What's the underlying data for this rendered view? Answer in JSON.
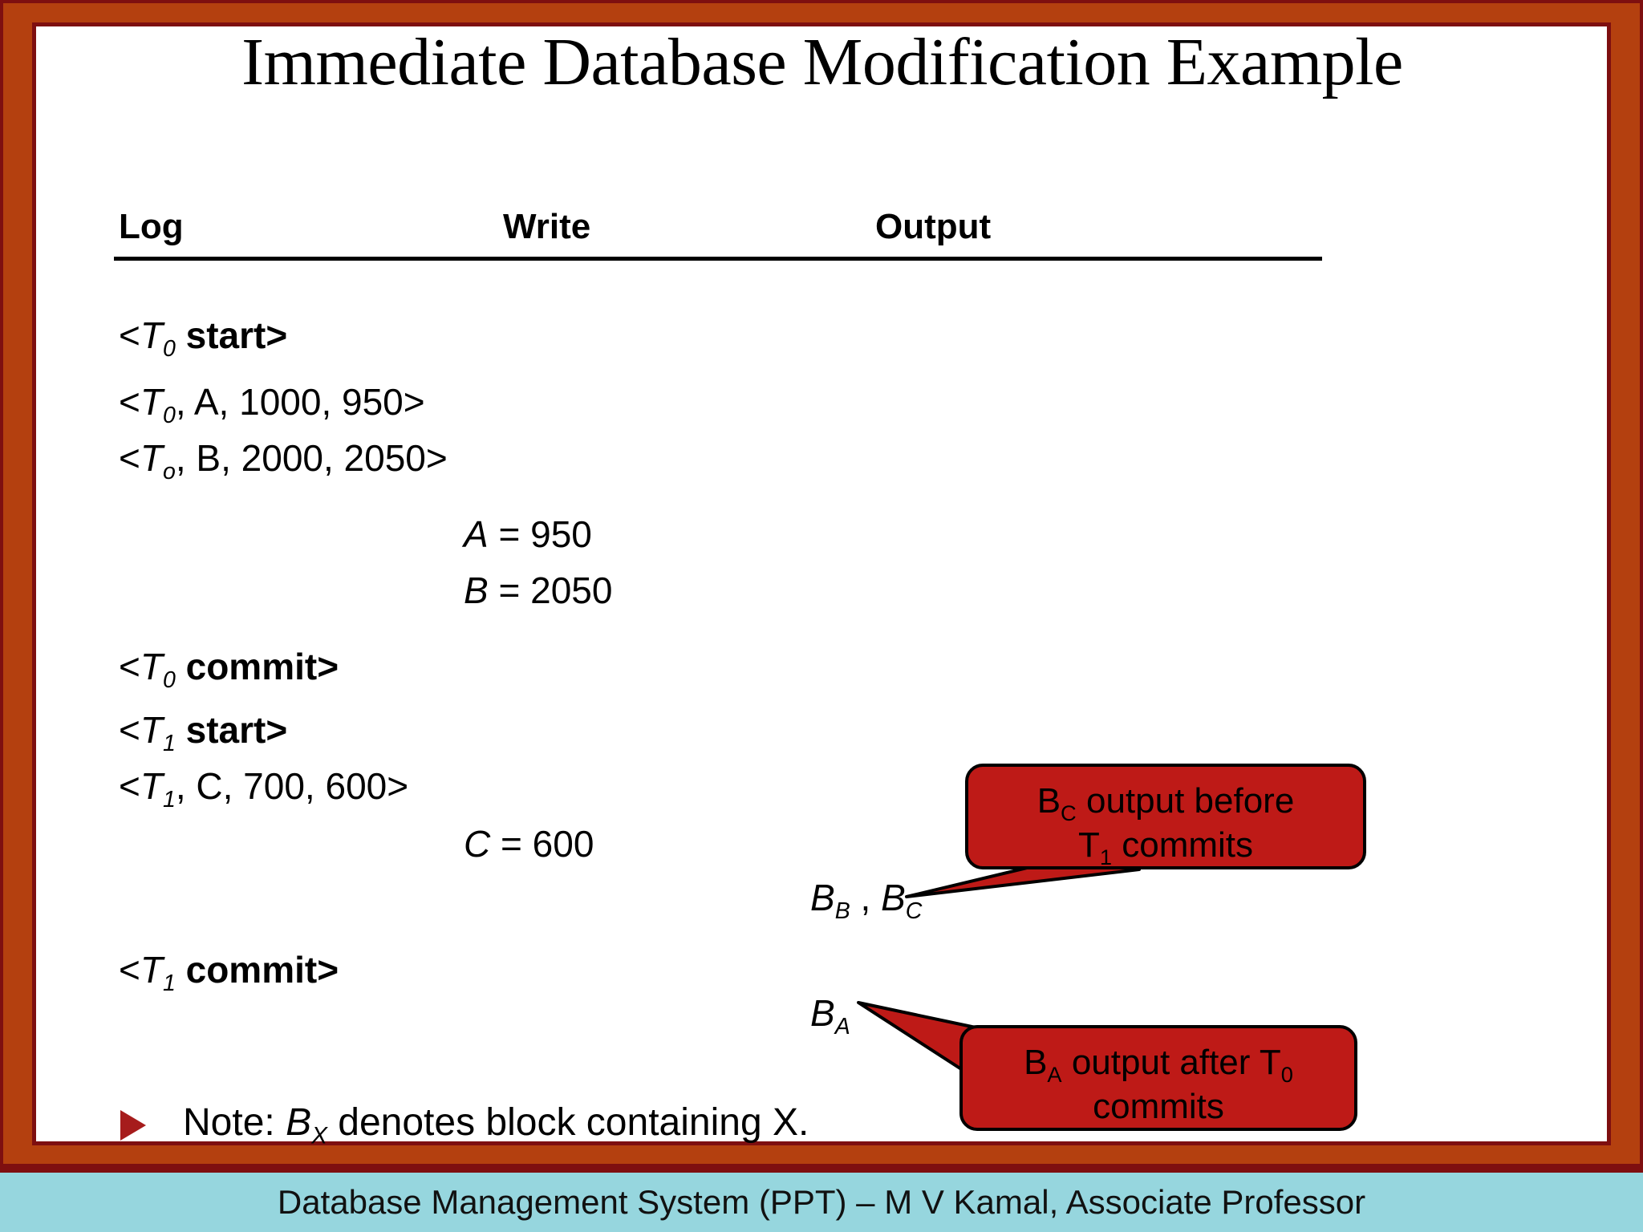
{
  "slide": {
    "title": "Immediate Database Modification Example",
    "frame_color": "#B4400F",
    "frame_line_color": "#7E0F10",
    "footer_bg": "#96D6DE",
    "callout_fill": "#BE1A17",
    "bullet_color": "#A61C1C"
  },
  "table": {
    "headers": {
      "log": "Log",
      "write": "Write",
      "output": "Output"
    }
  },
  "log_entries": [
    {
      "id": "t0-start",
      "prefix": "<",
      "txn": "T",
      "sub": "0",
      "rest": " start>",
      "bold_rest": true,
      "italic_txn": true
    },
    {
      "id": "t0-a",
      "prefix": "<",
      "txn": "T",
      "sub": "0",
      "rest": ", A, 1000, 950>",
      "bold_rest": false,
      "italic_txn": true
    },
    {
      "id": "t0-b",
      "prefix": "<",
      "txn": "T",
      "sub": "o",
      "rest": ", B, 2000, 2050>",
      "bold_rest": false,
      "italic_txn": true
    },
    {
      "id": "t0-commit",
      "prefix": "<",
      "txn": "T",
      "sub": "0",
      "rest": " commit>",
      "bold_rest": true,
      "italic_txn": true
    },
    {
      "id": "t1-start",
      "prefix": "<",
      "txn": "T",
      "sub": "1",
      "rest": " start>",
      "bold_rest": true,
      "italic_txn": true
    },
    {
      "id": "t1-c",
      "prefix": "<",
      "txn": "T",
      "sub": "1",
      "rest": ", C, 700, 600>",
      "bold_rest": false,
      "italic_txn": true
    },
    {
      "id": "t1-commit",
      "prefix": "<",
      "txn": "T",
      "sub": "1",
      "rest": " commit>",
      "bold_rest": true,
      "italic_txn": true
    }
  ],
  "write_entries": [
    {
      "id": "write-a",
      "var": "A",
      "value": " = 950"
    },
    {
      "id": "write-b",
      "var": "B",
      "value": " = 2050"
    },
    {
      "id": "write-c",
      "var": "C",
      "value": " = 600"
    }
  ],
  "output_entries": [
    {
      "id": "out-bb-bc",
      "var1": "B",
      "sub1": "B",
      "sep": " , ",
      "var2": "B",
      "sub2": "C"
    },
    {
      "id": "out-ba",
      "var1": "B",
      "sub1": "A"
    }
  ],
  "callouts": [
    {
      "id": "callout-bc",
      "line1_var": "B",
      "line1_sub": "C",
      "line1_text": " output before",
      "line2_var": "T",
      "line2_sub": "1",
      "line2_text": " commits"
    },
    {
      "id": "callout-ba",
      "line1_var": "B",
      "line1_sub": "A",
      "line1_text": " output after T",
      "line1_sub2": "0",
      "line2_text": "commits"
    }
  ],
  "note": {
    "prefix": "Note: ",
    "var": "B",
    "sub": "X",
    "rest": " denotes block containing X."
  },
  "footer": {
    "text": "Database Management System (PPT) – M V Kamal, Associate Professor"
  }
}
